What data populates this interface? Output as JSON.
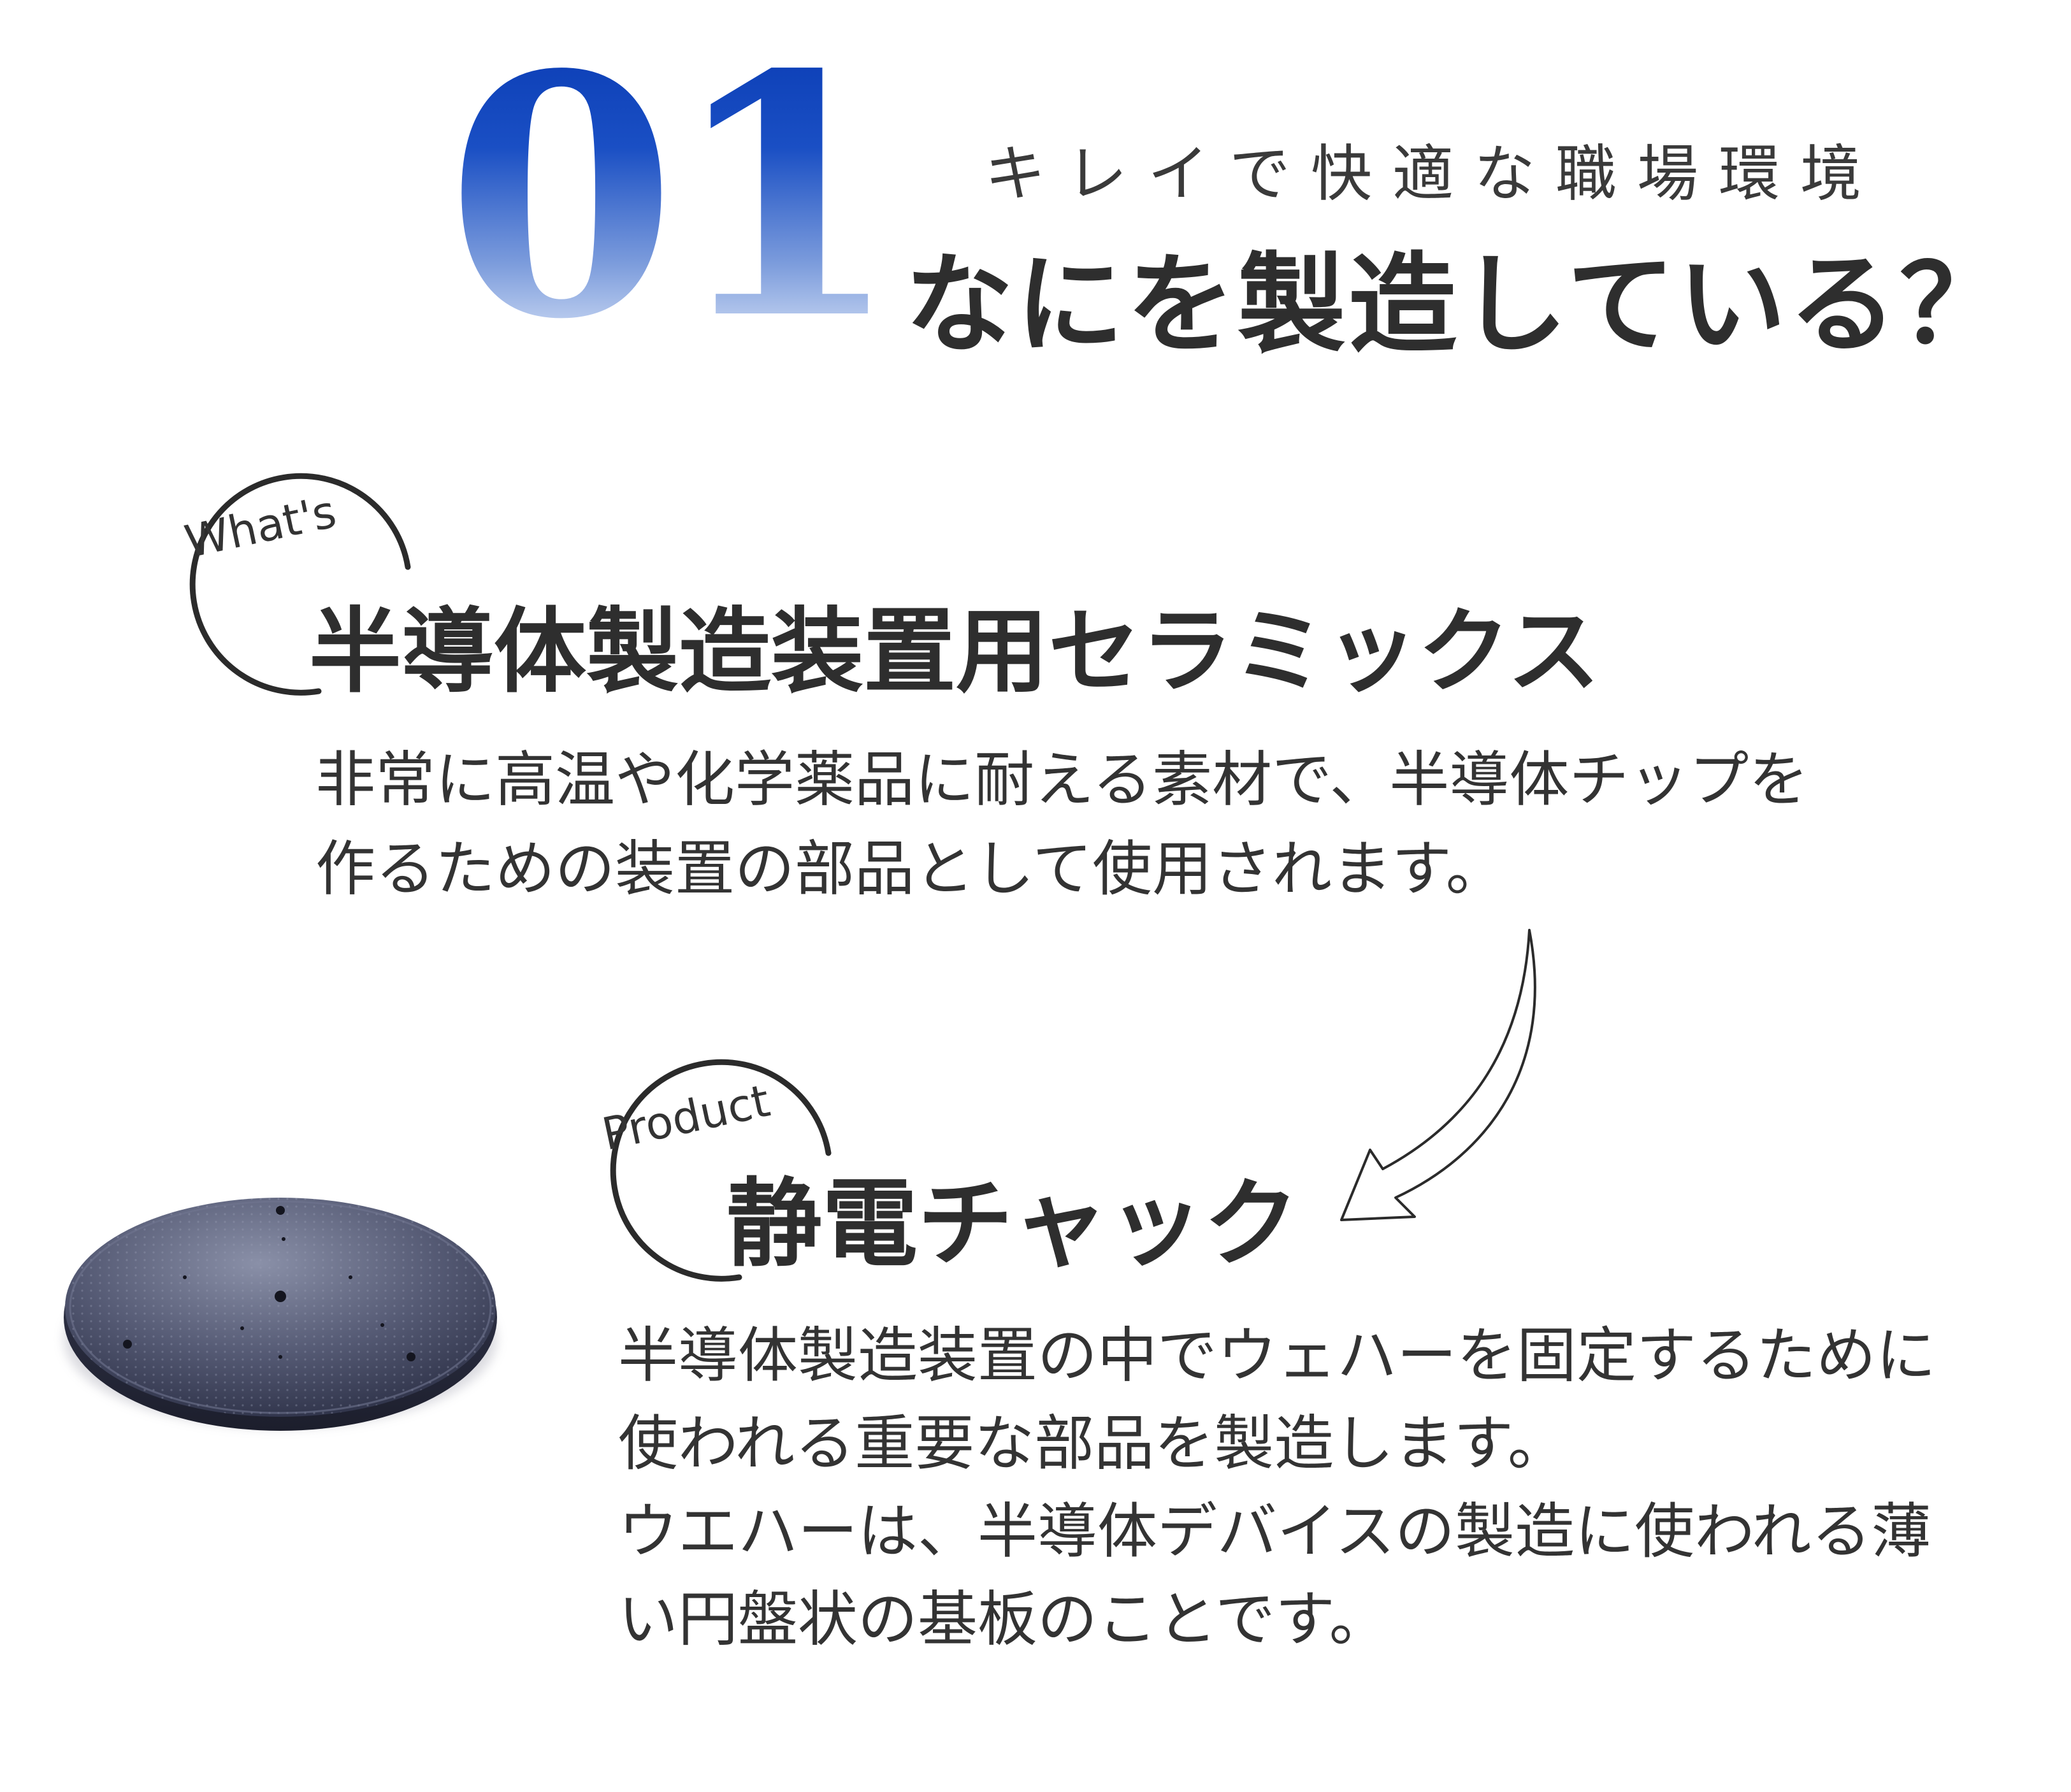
{
  "header": {
    "number": "01",
    "caption": "キレイで快適な職場環境",
    "title": "なにを製造している？"
  },
  "section_what": {
    "tag": "What's",
    "title": "半導体製造装置用セラミックス",
    "description_lines": [
      "非常に高温や化学薬品に耐える素材で、半導体チップを",
      "作るための装置の部品として使用されます。"
    ]
  },
  "section_product": {
    "tag": "Product",
    "title": "静電チャック",
    "description_lines": [
      "半導体製造装置の中でウェハーを固定するために",
      "使われる重要な部品を製造します。",
      "ウエハーは、半導体デバイスの製造に使われる薄",
      "い円盤状の基板のことです。"
    ]
  },
  "colors": {
    "accent_blue": "#0a3cb4",
    "text": "#2e2e2e"
  }
}
